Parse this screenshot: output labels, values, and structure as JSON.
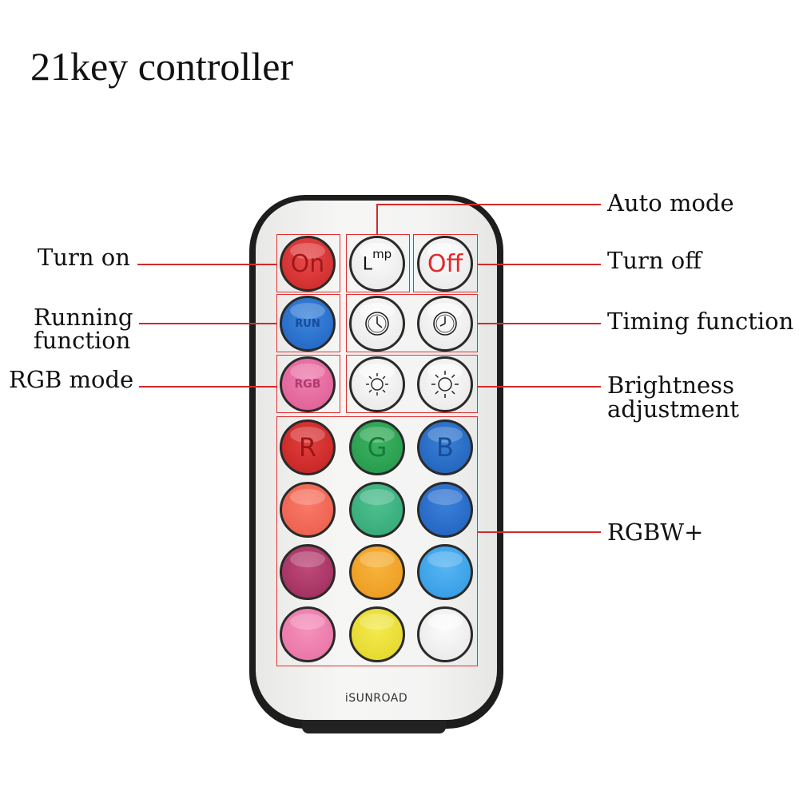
{
  "title": "21key controller",
  "brand": "iSUNROAD",
  "callouts": {
    "turn_on": "Turn on",
    "running_line1": "Running",
    "running_line2": "function",
    "rgb_mode": "RGB mode",
    "auto_mode": "Auto mode",
    "turn_off": "Turn off",
    "timing": "Timing function",
    "brightness_line1": "Brightness",
    "brightness_line2": "adjustment",
    "rgbw": "RGBW+"
  },
  "buttons": {
    "on": "On",
    "lamp_base": "L",
    "lamp_sup": "mp",
    "off": "Off",
    "run": "RUN",
    "rgb": "RGB",
    "r": "R",
    "g": "G",
    "b": "B"
  },
  "colors": {
    "frame": "#e03030",
    "on": "#c92626",
    "run": "#1f63c0",
    "rgb": "#dd5a93"
  }
}
